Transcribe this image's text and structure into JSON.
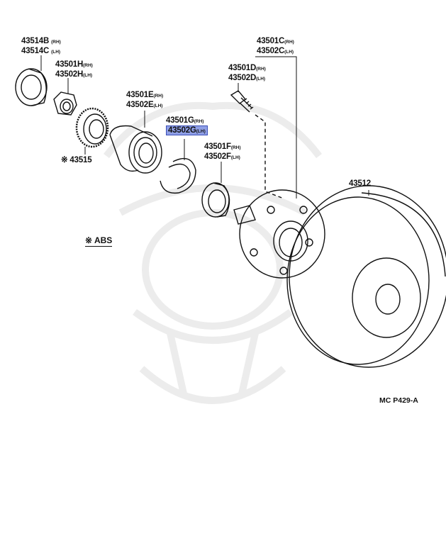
{
  "labels": {
    "l43514": {
      "pn1": "43514B",
      "s1": "(RH)",
      "pn2": "43514C",
      "s2": "(LH)"
    },
    "l43501h": {
      "pn1": "43501H",
      "s1": "(RH)",
      "pn2": "43502H",
      "s2": "(LH)"
    },
    "l43501e": {
      "pn1": "43501E",
      "s1": "(RH)",
      "pn2": "43502E",
      "s2": "(LH)"
    },
    "l43501g": {
      "pn1": "43501G",
      "s1": "(RH)",
      "pn2": "43502G",
      "s2": "(LH)"
    },
    "l43501f": {
      "pn1": "43501F",
      "s1": "(RH)",
      "pn2": "43502F",
      "s2": "(LH)"
    },
    "l43501c": {
      "pn1": "43501C",
      "s1": "(RH)",
      "pn2": "43502C",
      "s2": "(LH)"
    },
    "l43501d": {
      "pn1": "43501D",
      "s1": "(RH)",
      "pn2": "43502D",
      "s2": "(LH)"
    },
    "l43515": "※ 43515",
    "l43512": "43512",
    "abs": "※ ABS",
    "figure_code": "MC P429-A"
  },
  "highlight_color": "#8f9fe6"
}
